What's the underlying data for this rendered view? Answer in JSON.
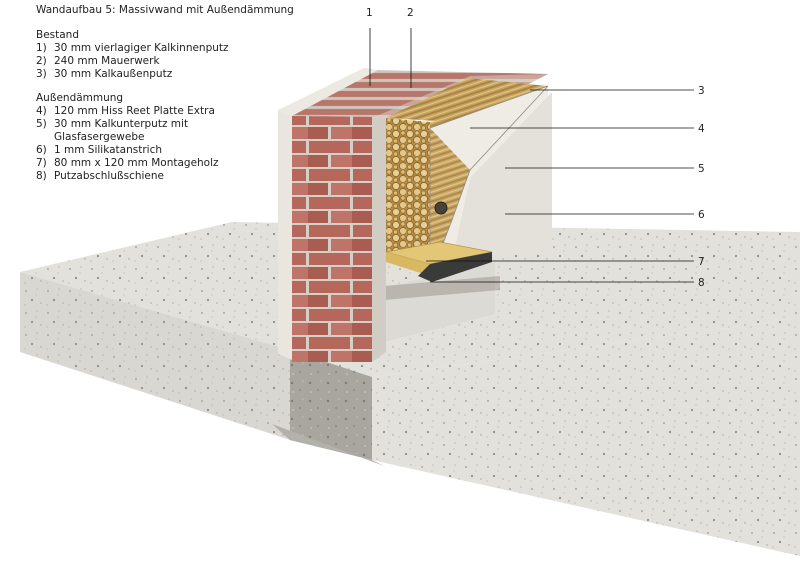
{
  "title": "Wandaufbau 5: Massivwand mit Außendämmung",
  "groups": [
    {
      "heading": "Bestand",
      "items": [
        {
          "num": "1)",
          "text": "30 mm vierlagiger Kalkinnenputz"
        },
        {
          "num": "2)",
          "text": "240 mm Mauerwerk"
        },
        {
          "num": "3)",
          "text": "30 mm Kalkaußenputz"
        }
      ]
    },
    {
      "heading": "Außendämmung",
      "items": [
        {
          "num": "4)",
          "text": "120 mm Hiss Reet Platte Extra"
        },
        {
          "num": "5)",
          "text": "30 mm Kalkunterputz mit\nGlasfasergewebe"
        },
        {
          "num": "6)",
          "text": "1 mm Silikatanstrich"
        },
        {
          "num": "7)",
          "text": "80 mm x 120 mm Montageholz"
        },
        {
          "num": "8)",
          "text": "Putzabschlußschiene"
        }
      ]
    }
  ],
  "callouts": [
    "1",
    "2",
    "3",
    "4",
    "5",
    "6",
    "7",
    "8"
  ],
  "colors": {
    "brick": "#b5675c",
    "mortar": "#d6cfc6",
    "plaster": "#e7e4de",
    "concrete_top": "#e4e2dc",
    "concrete_front": "#d8d6d0",
    "reed": "#c9a461",
    "wood": "#e3c777",
    "leader": "#111111"
  }
}
